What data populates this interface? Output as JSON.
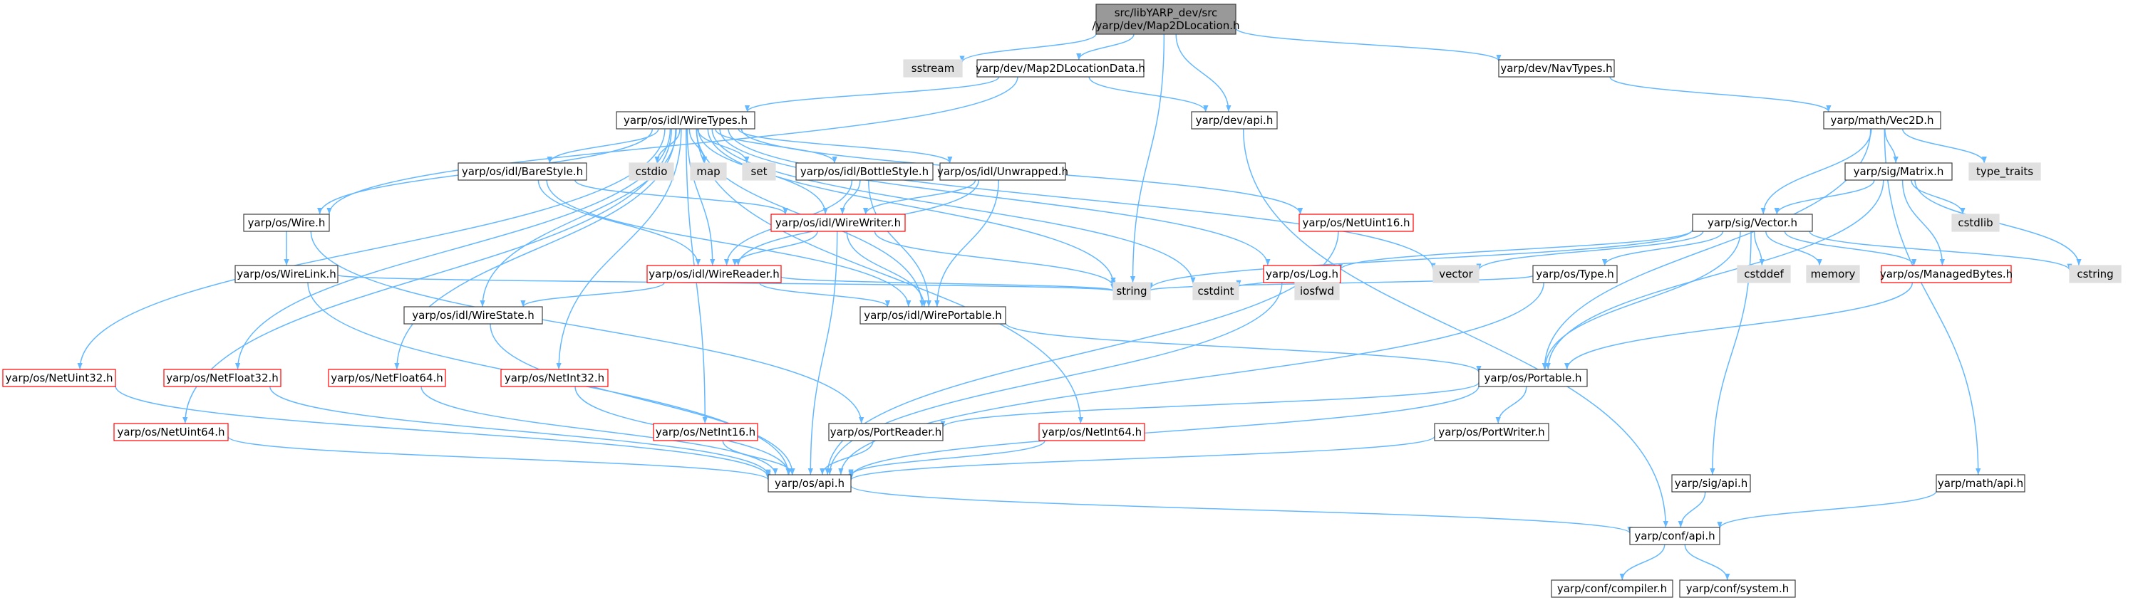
{
  "colors": {
    "edge": "#63B8FF",
    "box_border_normal": "#404040",
    "box_border_truncated": "#FF0000",
    "system_fill": "#E0E0E0",
    "root_fill": "#999999"
  },
  "nodes": [
    {
      "id": "root",
      "kind": "root",
      "lines": [
        "src/libYARP_dev/src",
        "/yarp/dev/Map2DLocation.h"
      ]
    },
    {
      "id": "sstream",
      "kind": "system",
      "lines": [
        "sstream"
      ]
    },
    {
      "id": "map2dlocdata",
      "kind": "normal",
      "lines": [
        "yarp/dev/Map2DLocationData.h"
      ]
    },
    {
      "id": "navtypes",
      "kind": "normal",
      "lines": [
        "yarp/dev/NavTypes.h"
      ]
    },
    {
      "id": "wiretypes",
      "kind": "normal",
      "lines": [
        "yarp/os/idl/WireTypes.h"
      ]
    },
    {
      "id": "devapi",
      "kind": "normal",
      "lines": [
        "yarp/dev/api.h"
      ]
    },
    {
      "id": "vec2d",
      "kind": "normal",
      "lines": [
        "yarp/math/Vec2D.h"
      ]
    },
    {
      "id": "barestyle",
      "kind": "normal",
      "lines": [
        "yarp/os/idl/BareStyle.h"
      ]
    },
    {
      "id": "cstdio",
      "kind": "system",
      "lines": [
        "cstdio"
      ]
    },
    {
      "id": "map",
      "kind": "system",
      "lines": [
        "map"
      ]
    },
    {
      "id": "set",
      "kind": "system",
      "lines": [
        "set"
      ]
    },
    {
      "id": "bottlestyle",
      "kind": "normal",
      "lines": [
        "yarp/os/idl/BottleStyle.h"
      ]
    },
    {
      "id": "unwrapped",
      "kind": "normal",
      "lines": [
        "yarp/os/idl/Unwrapped.h"
      ]
    },
    {
      "id": "matrix",
      "kind": "normal",
      "lines": [
        "yarp/sig/Matrix.h"
      ]
    },
    {
      "id": "type_traits",
      "kind": "system",
      "lines": [
        "type_traits"
      ]
    },
    {
      "id": "wire",
      "kind": "normal",
      "lines": [
        "yarp/os/Wire.h"
      ]
    },
    {
      "id": "wirewriter",
      "kind": "truncated",
      "lines": [
        "yarp/os/idl/WireWriter.h"
      ]
    },
    {
      "id": "netuint16",
      "kind": "truncated",
      "lines": [
        "yarp/os/NetUint16.h"
      ]
    },
    {
      "id": "sigvector",
      "kind": "normal",
      "lines": [
        "yarp/sig/Vector.h"
      ]
    },
    {
      "id": "cstdlib",
      "kind": "system",
      "lines": [
        "cstdlib"
      ]
    },
    {
      "id": "wirelink",
      "kind": "normal",
      "lines": [
        "yarp/os/WireLink.h"
      ]
    },
    {
      "id": "wirereader",
      "kind": "truncated",
      "lines": [
        "yarp/os/idl/WireReader.h"
      ]
    },
    {
      "id": "log",
      "kind": "truncated",
      "lines": [
        "yarp/os/Log.h"
      ]
    },
    {
      "id": "vector",
      "kind": "system",
      "lines": [
        "vector"
      ]
    },
    {
      "id": "ostype",
      "kind": "normal",
      "lines": [
        "yarp/os/Type.h"
      ]
    },
    {
      "id": "cstddef",
      "kind": "system",
      "lines": [
        "cstddef"
      ]
    },
    {
      "id": "memory",
      "kind": "system",
      "lines": [
        "memory"
      ]
    },
    {
      "id": "managedbytes",
      "kind": "truncated",
      "lines": [
        "yarp/os/ManagedBytes.h"
      ]
    },
    {
      "id": "cstring",
      "kind": "system",
      "lines": [
        "cstring"
      ]
    },
    {
      "id": "string",
      "kind": "system",
      "lines": [
        "string"
      ]
    },
    {
      "id": "cstdint",
      "kind": "system",
      "lines": [
        "cstdint"
      ]
    },
    {
      "id": "iosfwd",
      "kind": "system",
      "lines": [
        "iosfwd"
      ]
    },
    {
      "id": "wirestate",
      "kind": "normal",
      "lines": [
        "yarp/os/idl/WireState.h"
      ]
    },
    {
      "id": "wireportable",
      "kind": "normal",
      "lines": [
        "yarp/os/idl/WirePortable.h"
      ]
    },
    {
      "id": "netuint32",
      "kind": "truncated",
      "lines": [
        "yarp/os/NetUint32.h"
      ]
    },
    {
      "id": "netfloat32",
      "kind": "truncated",
      "lines": [
        "yarp/os/NetFloat32.h"
      ]
    },
    {
      "id": "netfloat64",
      "kind": "truncated",
      "lines": [
        "yarp/os/NetFloat64.h"
      ]
    },
    {
      "id": "netint32",
      "kind": "truncated",
      "lines": [
        "yarp/os/NetInt32.h"
      ]
    },
    {
      "id": "portable",
      "kind": "normal",
      "lines": [
        "yarp/os/Portable.h"
      ]
    },
    {
      "id": "netuint64",
      "kind": "truncated",
      "lines": [
        "yarp/os/NetUint64.h"
      ]
    },
    {
      "id": "netint16",
      "kind": "truncated",
      "lines": [
        "yarp/os/NetInt16.h"
      ]
    },
    {
      "id": "portreader",
      "kind": "normal",
      "lines": [
        "yarp/os/PortReader.h"
      ]
    },
    {
      "id": "netint64",
      "kind": "truncated",
      "lines": [
        "yarp/os/NetInt64.h"
      ]
    },
    {
      "id": "portwriter",
      "kind": "normal",
      "lines": [
        "yarp/os/PortWriter.h"
      ]
    },
    {
      "id": "osapi",
      "kind": "normal",
      "lines": [
        "yarp/os/api.h"
      ]
    },
    {
      "id": "sigapi",
      "kind": "normal",
      "lines": [
        "yarp/sig/api.h"
      ]
    },
    {
      "id": "mathapi",
      "kind": "normal",
      "lines": [
        "yarp/math/api.h"
      ]
    },
    {
      "id": "confapi",
      "kind": "normal",
      "lines": [
        "yarp/conf/api.h"
      ]
    },
    {
      "id": "compiler",
      "kind": "normal",
      "lines": [
        "yarp/conf/compiler.h"
      ]
    },
    {
      "id": "system",
      "kind": "normal",
      "lines": [
        "yarp/conf/system.h"
      ]
    }
  ],
  "edges": [
    [
      "root",
      "sstream"
    ],
    [
      "root",
      "map2dlocdata"
    ],
    [
      "root",
      "navtypes"
    ],
    [
      "root",
      "devapi"
    ],
    [
      "root",
      "string"
    ],
    [
      "map2dlocdata",
      "wiretypes"
    ],
    [
      "map2dlocdata",
      "devapi"
    ],
    [
      "map2dlocdata",
      "wire"
    ],
    [
      "navtypes",
      "vec2d"
    ],
    [
      "devapi",
      "confapi"
    ],
    [
      "wiretypes",
      "barestyle"
    ],
    [
      "wiretypes",
      "cstdio"
    ],
    [
      "wiretypes",
      "map"
    ],
    [
      "wiretypes",
      "set"
    ],
    [
      "wiretypes",
      "bottlestyle"
    ],
    [
      "wiretypes",
      "unwrapped"
    ],
    [
      "wiretypes",
      "wire"
    ],
    [
      "wiretypes",
      "wirewriter"
    ],
    [
      "wiretypes",
      "wirereader"
    ],
    [
      "wiretypes",
      "wirestate"
    ],
    [
      "wiretypes",
      "wireportable"
    ],
    [
      "wiretypes",
      "string"
    ],
    [
      "wiretypes",
      "cstdint"
    ],
    [
      "wiretypes",
      "vector"
    ],
    [
      "wiretypes",
      "log"
    ],
    [
      "wiretypes",
      "netuint16"
    ],
    [
      "wiretypes",
      "netuint32"
    ],
    [
      "wiretypes",
      "netuint64"
    ],
    [
      "wiretypes",
      "netfloat32"
    ],
    [
      "wiretypes",
      "netfloat64"
    ],
    [
      "wiretypes",
      "netint16"
    ],
    [
      "wiretypes",
      "netint32"
    ],
    [
      "wiretypes",
      "netint64"
    ],
    [
      "barestyle",
      "wirewriter"
    ],
    [
      "barestyle",
      "wirereader"
    ],
    [
      "barestyle",
      "wireportable"
    ],
    [
      "bottlestyle",
      "wirewriter"
    ],
    [
      "bottlestyle",
      "wirereader"
    ],
    [
      "bottlestyle",
      "wireportable"
    ],
    [
      "unwrapped",
      "wirewriter"
    ],
    [
      "unwrapped",
      "wirereader"
    ],
    [
      "unwrapped",
      "wireportable"
    ],
    [
      "wirewriter",
      "wirereader"
    ],
    [
      "wirewriter",
      "wireportable"
    ],
    [
      "wirewriter",
      "string"
    ],
    [
      "wirewriter",
      "osapi"
    ],
    [
      "wirereader",
      "wireportable"
    ],
    [
      "wirereader",
      "wirestate"
    ],
    [
      "wirereader",
      "string"
    ],
    [
      "wireportable",
      "portable"
    ],
    [
      "wirestate",
      "osapi"
    ],
    [
      "wire",
      "wirelink"
    ],
    [
      "wire",
      "portreader"
    ],
    [
      "wirelink",
      "string"
    ],
    [
      "wirelink",
      "osapi"
    ],
    [
      "netuint16",
      "osapi"
    ],
    [
      "netuint32",
      "osapi"
    ],
    [
      "netuint64",
      "osapi"
    ],
    [
      "netfloat32",
      "osapi"
    ],
    [
      "netfloat64",
      "osapi"
    ],
    [
      "netint16",
      "osapi"
    ],
    [
      "netint32",
      "osapi"
    ],
    [
      "netint64",
      "osapi"
    ],
    [
      "log",
      "cstdint"
    ],
    [
      "log",
      "iosfwd"
    ],
    [
      "log",
      "osapi"
    ],
    [
      "vec2d",
      "sigvector"
    ],
    [
      "vec2d",
      "matrix"
    ],
    [
      "vec2d",
      "type_traits"
    ],
    [
      "vec2d",
      "portable"
    ],
    [
      "vec2d",
      "mathapi"
    ],
    [
      "matrix",
      "sigvector"
    ],
    [
      "matrix",
      "cstdlib"
    ],
    [
      "matrix",
      "cstring"
    ],
    [
      "matrix",
      "managedbytes"
    ],
    [
      "matrix",
      "portable"
    ],
    [
      "sigvector",
      "log"
    ],
    [
      "sigvector",
      "vector"
    ],
    [
      "sigvector",
      "ostype"
    ],
    [
      "sigvector",
      "cstddef"
    ],
    [
      "sigvector",
      "memory"
    ],
    [
      "sigvector",
      "managedbytes"
    ],
    [
      "sigvector",
      "cstring"
    ],
    [
      "sigvector",
      "string"
    ],
    [
      "sigvector",
      "portable"
    ],
    [
      "sigvector",
      "sigapi"
    ],
    [
      "ostype",
      "string"
    ],
    [
      "ostype",
      "osapi"
    ],
    [
      "managedbytes",
      "portable"
    ],
    [
      "portable",
      "portreader"
    ],
    [
      "portable",
      "portwriter"
    ],
    [
      "portable",
      "osapi"
    ],
    [
      "portreader",
      "osapi"
    ],
    [
      "portwriter",
      "osapi"
    ],
    [
      "osapi",
      "confapi"
    ],
    [
      "sigapi",
      "confapi"
    ],
    [
      "mathapi",
      "confapi"
    ],
    [
      "confapi",
      "compiler"
    ],
    [
      "confapi",
      "system"
    ]
  ]
}
